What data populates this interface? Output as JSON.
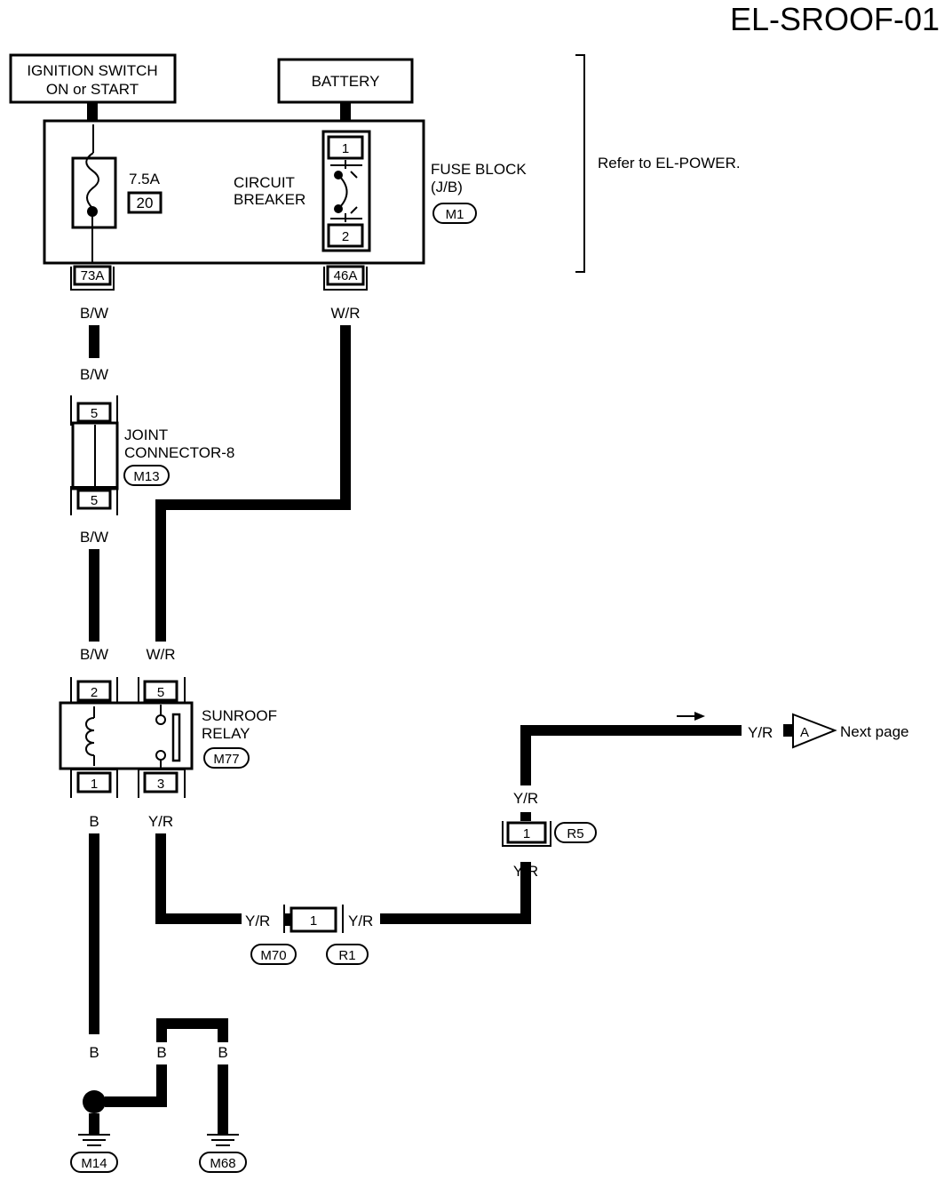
{
  "title": "EL-SROOF-01",
  "ignition_switch": {
    "line1": "IGNITION SWITCH",
    "line2": "ON or START"
  },
  "battery": "BATTERY",
  "fuse": {
    "rating": "7.5A",
    "number": "20"
  },
  "circuit_breaker": {
    "line1": "CIRCUIT",
    "line2": "BREAKER",
    "pin_top": "1",
    "pin_bottom": "2"
  },
  "fuse_block": {
    "line1": "FUSE BLOCK",
    "line2": "(J/B)",
    "connector": "M1",
    "term_left": "73A",
    "term_right": "46A"
  },
  "refer_note": "Refer to EL-POWER.",
  "joint_connector": {
    "line1": "JOINT",
    "line2": "CONNECTOR-8",
    "connector": "M13",
    "pin_top": "5",
    "pin_bottom": "5"
  },
  "sunroof_relay": {
    "line1": "SUNROOF",
    "line2": "RELAY",
    "connector": "M77",
    "pin_tl": "2",
    "pin_tr": "5",
    "pin_bl": "1",
    "pin_br": "3"
  },
  "wires": {
    "bw_1": "B/W",
    "bw_2": "B/W",
    "bw_3": "B/W",
    "bw_4": "B/W",
    "wr_1": "W/R",
    "wr_2": "W/R",
    "b_relay": "B",
    "yr_relay": "Y/R",
    "yr_m70": "Y/R",
    "yr_r1": "Y/R",
    "yr_r5_top": "Y/R",
    "yr_r5_bottom": "Y/R",
    "yr_out": "Y/R",
    "b_g1": "B",
    "b_g2": "B",
    "b_g3": "B"
  },
  "inline_connector_mid": {
    "pin": "1",
    "left_connector": "M70",
    "right_connector": "R1"
  },
  "inline_connector_r5": {
    "pin": "1",
    "connector": "R5"
  },
  "next_page": {
    "marker": "A",
    "text": "Next page"
  },
  "grounds": {
    "left": "M14",
    "right": "M68"
  }
}
